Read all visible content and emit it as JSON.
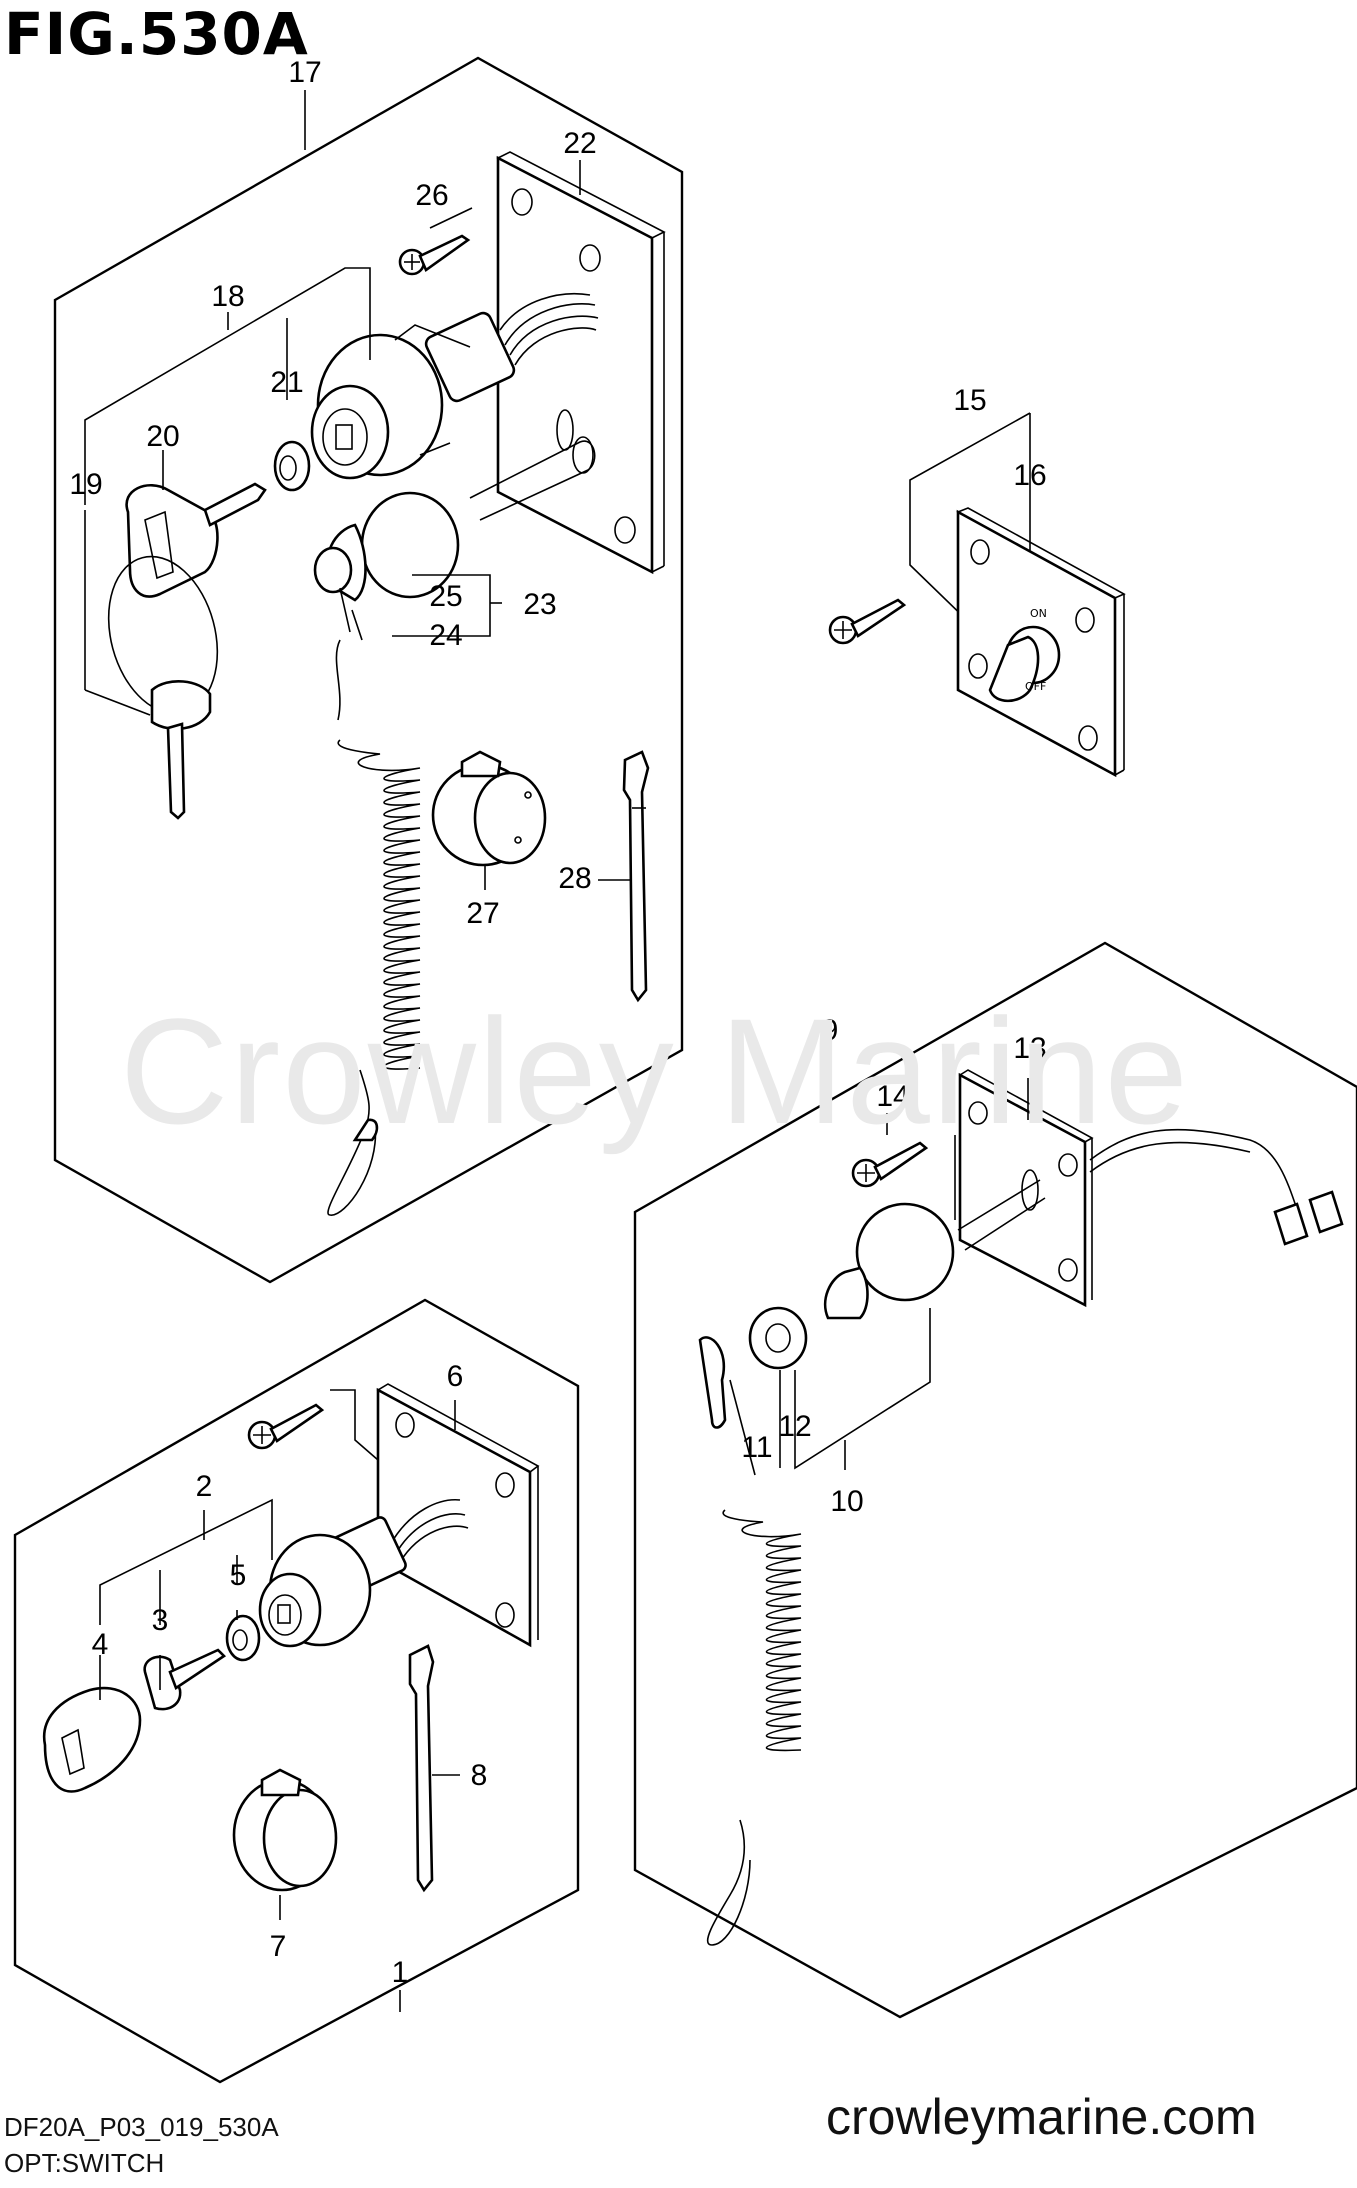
{
  "figure": {
    "title": "FIG.530A",
    "drawing_code": "DF20A_P03_019_530A",
    "caption": "OPT:SWITCH",
    "site": "crowleymarine.com",
    "watermark": "Crowley Marine"
  },
  "switch_labels": {
    "on": "ON",
    "off": "OFF"
  },
  "callouts": {
    "c1": "1",
    "c2": "2",
    "c3": "3",
    "c4": "4",
    "c5": "5",
    "c6": "6",
    "c7": "7",
    "c8": "8",
    "c9": "9",
    "c10": "10",
    "c11": "11",
    "c12": "12",
    "c13": "13",
    "c14": "14",
    "c15": "15",
    "c16": "16",
    "c17": "17",
    "c18": "18",
    "c19": "19",
    "c20": "20",
    "c21": "21",
    "c22": "22",
    "c23": "23",
    "c24": "24",
    "c25": "25",
    "c26": "26",
    "c27": "27",
    "c28": "28"
  }
}
